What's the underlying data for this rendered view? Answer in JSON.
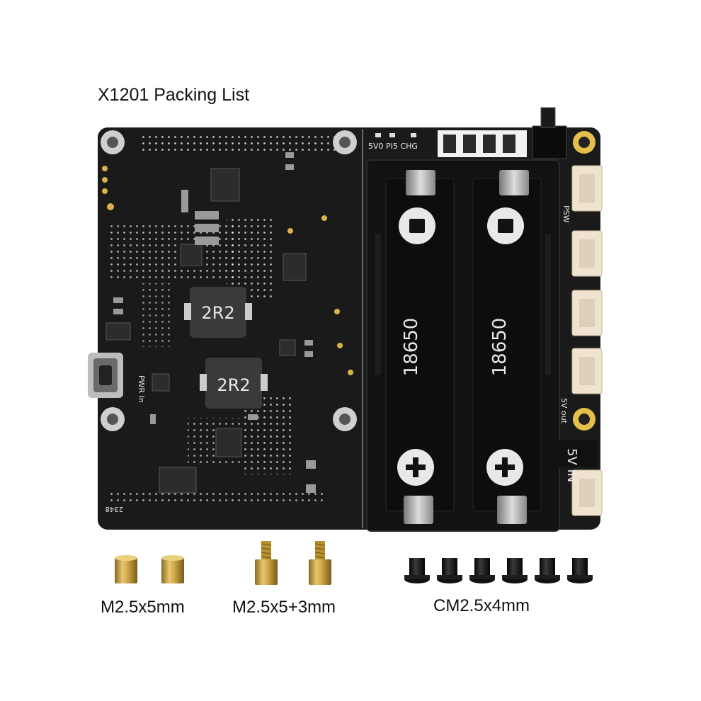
{
  "title": "X1201 Packing List",
  "board": {
    "silkscreen": {
      "top_labels": "5V0  PI5  CHG",
      "pwr_in": "PWR In",
      "psw": "PSW",
      "five_v_out": "5V out",
      "five_v_in": "5V IN",
      "inductor_1": "2R2",
      "inductor_2": "2R2",
      "cell_1": "18650",
      "cell_2": "18650",
      "minus": "−",
      "plus": "+",
      "date_code": "2348"
    },
    "colors": {
      "pcb": "#1a1a1a",
      "holder": "#121212",
      "connector": "#efe3cf",
      "brass": "#c9a344",
      "screw": "#151515"
    }
  },
  "accessories": {
    "spacer_label": "M2.5x5mm",
    "standoff_label": "M2.5x5+3mm",
    "screw_label": "CM2.5x4mm"
  }
}
